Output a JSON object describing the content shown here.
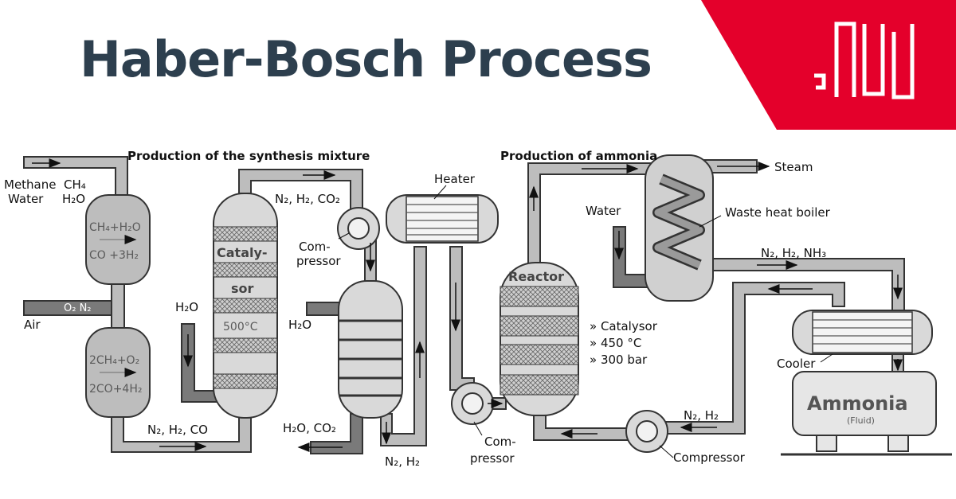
{
  "title": "Haber-Bosch Process",
  "brand": {
    "color": "#e4002b",
    "logo_icon": "brand-logo-icon"
  },
  "diagram": {
    "section_synthesis": "Production of the synthesis mixture",
    "section_ammonia": "Production of ammonia",
    "feed_methane": "Methane",
    "feed_ch4": "CH₄",
    "feed_water": "Water",
    "feed_h2o": "H₂O",
    "reformer1_line1": "CH₄+H₂O",
    "reformer1_line2": "CO +3H₂",
    "air_label": "Air",
    "air_o2n2": "O₂ N₂",
    "reformer2_line1": "2CH₄+O₂",
    "reformer2_line2": "2CO+4H₂",
    "out_n2h2co": "N₂, H₂, CO",
    "top_n2h2co2": "N₂, H₂, CO₂",
    "catalysor_1": "Cataly-",
    "catalysor_2": "sor",
    "catalysor_temp": "500°C",
    "h2o_left": "H₂O",
    "compressor1_1": "Com-",
    "compressor1_2": "pressor",
    "h2o_absorber": "H₂O",
    "out_h2oco2": "H₂O, CO₂",
    "out_n2h2": "N₂, H₂",
    "heater": "Heater",
    "compressor2_1": "Com-",
    "compressor2_2": "pressor",
    "reactor": "Reactor",
    "cond_1": "» Catalysor",
    "cond_2": "» 450 °C",
    "cond_3": "» 300 bar",
    "steam": "Steam",
    "water_in": "Water",
    "waste_heat_boiler": "Waste heat boiler",
    "n2h2nh3": "N₂, H₂, NH₃",
    "cooler": "Cooler",
    "ammonia": "Ammonia",
    "ammonia_sub": "(Fluid)",
    "recycle_n2h2": "N₂, H₂",
    "compressor3": "Compressor"
  }
}
